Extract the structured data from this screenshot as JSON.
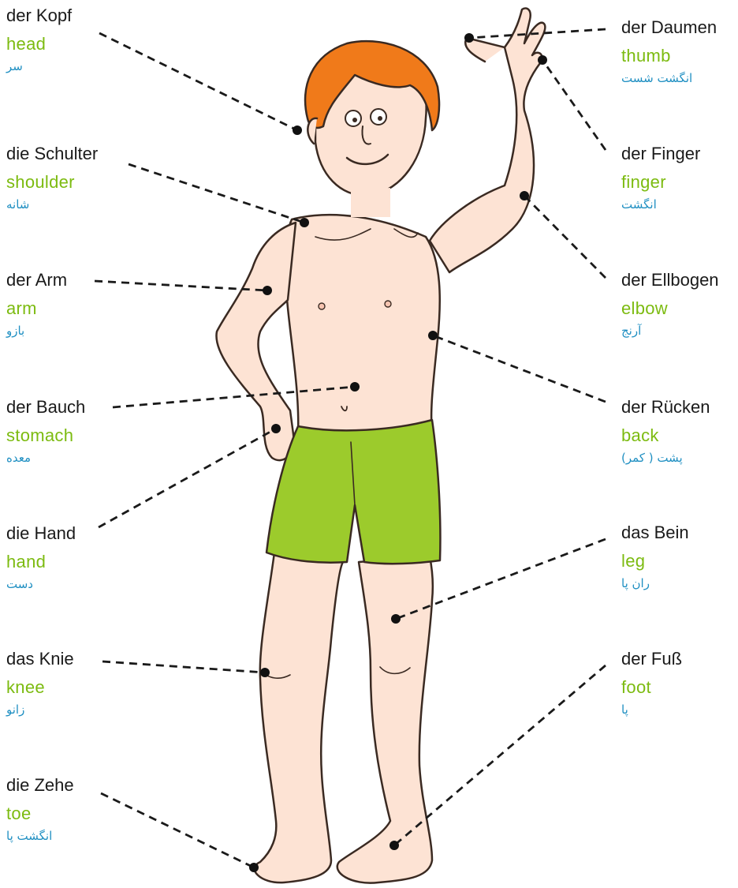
{
  "labels": {
    "head": {
      "de": "der Kopf",
      "en": "head",
      "fa": "سر"
    },
    "shoulder": {
      "de": "die Schulter",
      "en": "shoulder",
      "fa": "شانه"
    },
    "arm": {
      "de": "der Arm",
      "en": "arm",
      "fa": "بازو"
    },
    "stomach": {
      "de": "der Bauch",
      "en": "stomach",
      "fa": "معده"
    },
    "hand": {
      "de": "die Hand",
      "en": "hand",
      "fa": "دست"
    },
    "knee": {
      "de": "das Knie",
      "en": "knee",
      "fa": "زانو"
    },
    "toe": {
      "de": "die Zehe",
      "en": "toe",
      "fa": "انگشت پا"
    },
    "thumb": {
      "de": "der Daumen",
      "en": "thumb",
      "fa": "انگشت شست"
    },
    "finger": {
      "de": "der Finger",
      "en": "finger",
      "fa": "انگشت"
    },
    "elbow": {
      "de": "der Ellbogen",
      "en": "elbow",
      "fa": "آرنج"
    },
    "back": {
      "de": "der Rücken",
      "en": "back",
      "fa": "پشت ( کمر)"
    },
    "leg": {
      "de": "das Bein",
      "en": "leg",
      "fa": "ران پا"
    },
    "foot": {
      "de": "der Fuß",
      "en": "foot",
      "fa": "پا"
    }
  },
  "colors": {
    "german": "#1a1a1a",
    "english": "#7cbb10",
    "persian": "#1f8fc2",
    "skin": "#fde3d4",
    "skin_shade": "#f6c4b0",
    "hair": "#f07a1a",
    "shorts": "#9ccb2c",
    "outline": "#3a2a22"
  }
}
